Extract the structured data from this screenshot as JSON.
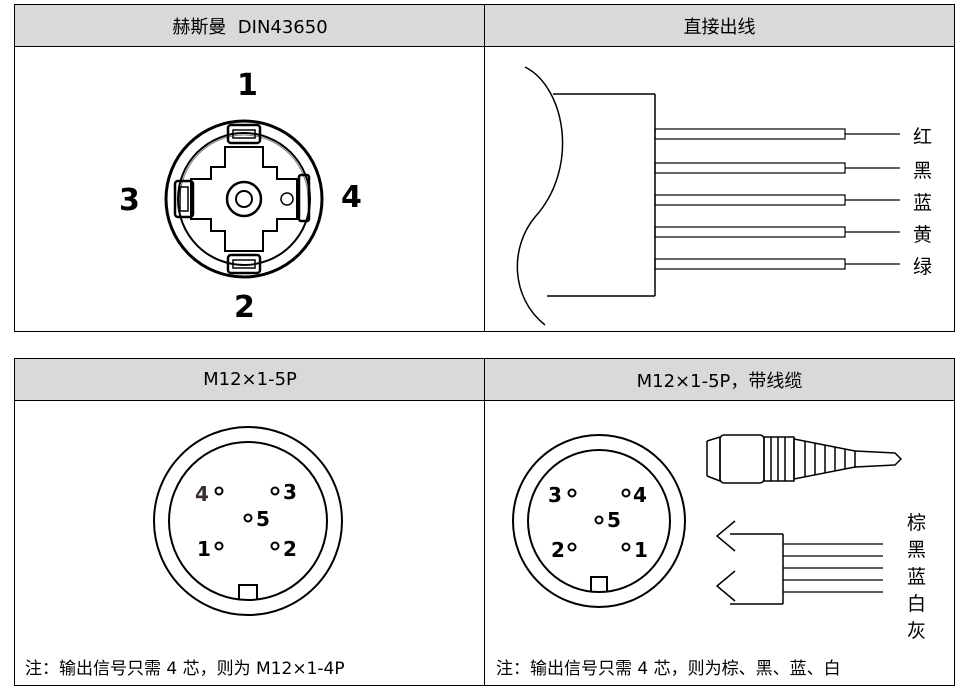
{
  "top_table": {
    "left_header": "赫斯曼  DIN43650",
    "right_header": "直接出线",
    "din_pins": [
      "1",
      "2",
      "3",
      "4"
    ],
    "wire_colors": [
      "红",
      "黑",
      "蓝",
      "黄",
      "绿"
    ]
  },
  "bottom_table": {
    "left_header": "M12×1-5P",
    "right_header": "M12×1-5P，带线缆",
    "left_pins": [
      "1",
      "2",
      "3",
      "4",
      "5"
    ],
    "right_pins": [
      "1",
      "2",
      "3",
      "4",
      "5"
    ],
    "cable_colors": [
      "棕",
      "黑",
      "蓝",
      "白",
      "灰"
    ],
    "left_note": "注：输出信号只需 4 芯，则为 M12×1-4P",
    "right_note": "注：输出信号只需 4 芯，则为棕、黑、蓝、白"
  }
}
